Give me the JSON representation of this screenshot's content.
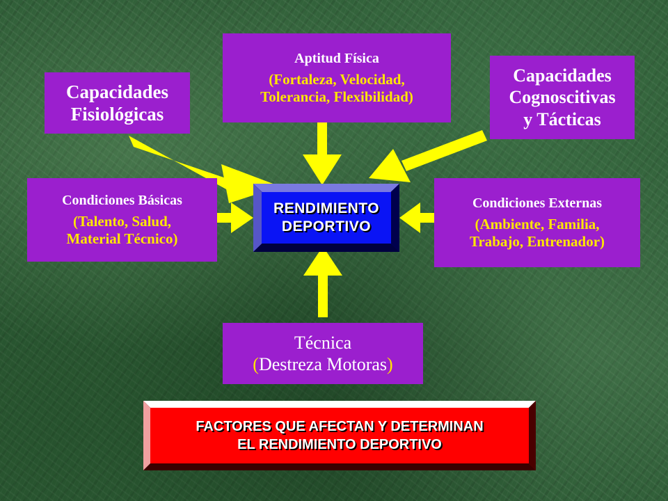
{
  "colors": {
    "factor_box": "#9b1fce",
    "highlight_text": "#ffe600",
    "arrow": "#ffff00",
    "center_box": "#0a14f5",
    "title_box": "#ff0000",
    "background": "#2c5a34"
  },
  "center": {
    "line1": "RENDIMIENTO",
    "line2": "DEPORTIVO"
  },
  "factors": {
    "fisiologicas": {
      "line1": "Capacidades",
      "line2": "Fisiológicas"
    },
    "aptitud": {
      "title": "Aptitud Física",
      "open": "(",
      "detail1": "Fortaleza, Velocidad,",
      "detail2": "Tolerancia, Flexibilidad",
      "close": ")"
    },
    "cognoscitivas": {
      "line1": "Capacidades",
      "line2": "Cognoscitivas",
      "line3": "y Tácticas"
    },
    "basicas": {
      "title": "Condiciones Básicas",
      "open": "(",
      "detail1": "Talento, Salud,",
      "detail2": "Material Técnico",
      "close": ")"
    },
    "externas": {
      "title": "Condiciones Externas",
      "open": "(",
      "detail1": "Ambiente, Familia,",
      "detail2": "Trabajo, Entrenador",
      "close": ")"
    },
    "tecnica": {
      "title": "Técnica",
      "open": "(",
      "detail": "Destreza Motoras",
      "close": ")"
    }
  },
  "title": {
    "line1": "FACTORES QUE AFECTAN Y DETERMINAN",
    "line2": "EL RENDIMIENTO DEPORTIVO"
  }
}
